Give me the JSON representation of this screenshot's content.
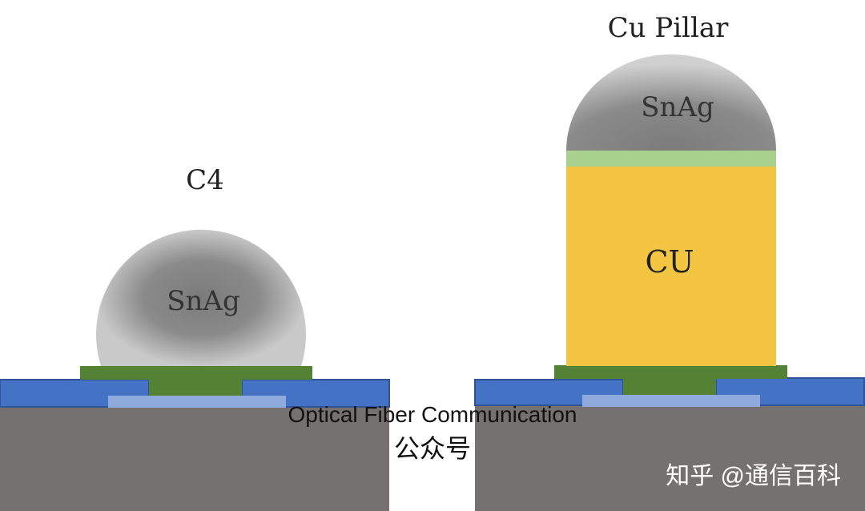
{
  "left": {
    "title": "C4",
    "solder_label": "SnAg"
  },
  "right": {
    "title": "Cu Pillar",
    "cap_label": "SnAg",
    "pillar_label": "CU"
  },
  "watermark": {
    "line1": "Optical Fiber Communication",
    "line2": "公众号",
    "brand": "知乎 @通信百科"
  },
  "colors": {
    "substrate": "#767171",
    "passivation": "#4472C4",
    "metal_pad": "#8FAADC",
    "ubm": "#548235",
    "copper": "#F4C542",
    "wetting_layer": "#A9D18E",
    "solder_light": "#C9C9C9",
    "solder_dark": "#7B7B7B"
  }
}
